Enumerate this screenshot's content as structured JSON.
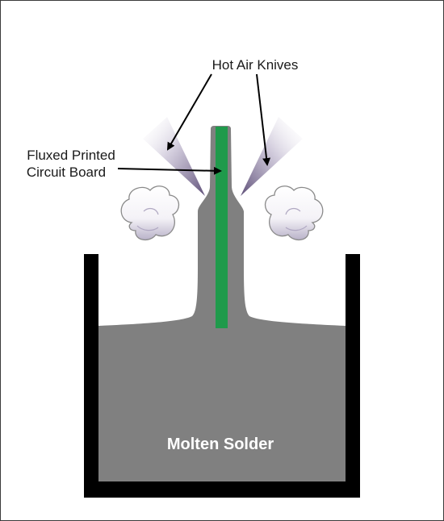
{
  "labels": {
    "hot_air_knives": "Hot Air Knives",
    "board_line1": "Fluxed Printed",
    "board_line2": "Circuit Board",
    "molten_solder": "Molten Solder"
  },
  "colors": {
    "solder": "#808080",
    "tank": "#000000",
    "board": "#1f9a4b",
    "air_jet": "#6e5f86",
    "steam_outline": "#8a8a8a",
    "frame": "#333333"
  },
  "icons": {
    "left_jet": "hot-air-jet-left",
    "right_jet": "hot-air-jet-right",
    "left_steam": "steam-cloud-left",
    "right_steam": "steam-cloud-right"
  }
}
